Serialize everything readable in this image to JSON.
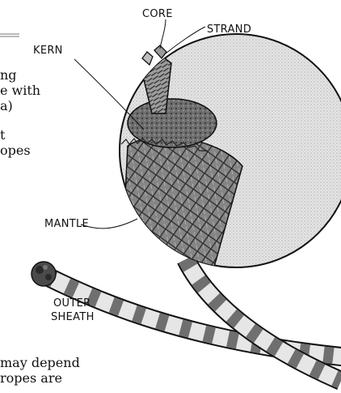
{
  "text_fragments": [
    "ng",
    "e with",
    "a)",
    "t",
    "opes",
    "may depend",
    "ropes are"
  ],
  "labels": {
    "core": "CORE",
    "strand": "STRAND",
    "kern": "KERN",
    "mantle": "MANTLE",
    "outer_sheath_line1": "OUTER",
    "outer_sheath_line2": "SHEATH"
  },
  "colors": {
    "ink": "#111111",
    "mantle_fill": "#8a8a8a",
    "kern_fill": "#7c7c7c",
    "circle_fill": "#dcdcdc",
    "rope_light": "#e6e6e6",
    "rope_dark": "#6f6f6f"
  }
}
